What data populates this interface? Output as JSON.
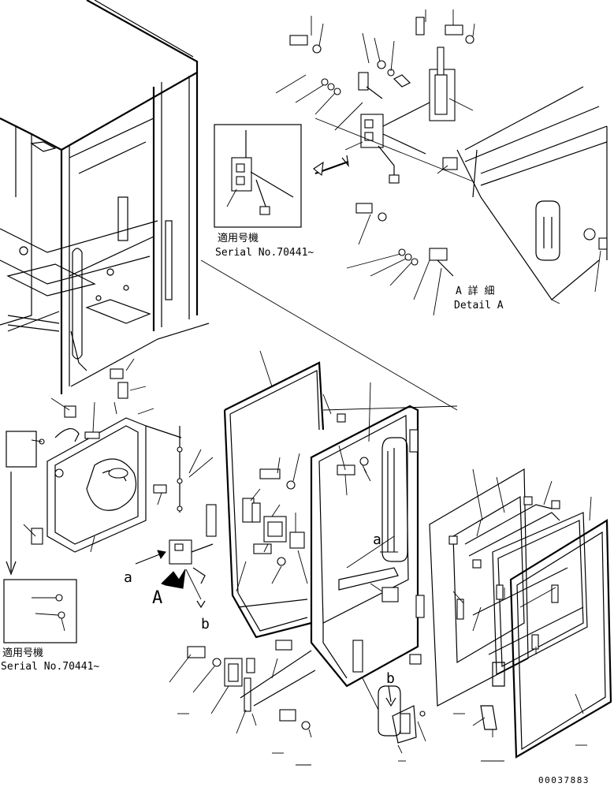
{
  "callouts": [
    {
      "jp": "適用号機",
      "serial": "Serial No.70441~"
    },
    {
      "jp": "適用号機",
      "serial": "Serial No.70441~"
    }
  ],
  "detail": {
    "jp": "A 詳 細",
    "en": "Detail A"
  },
  "view_marks": {
    "a_upper": "a",
    "a_lower": "a",
    "b_upper": "b",
    "b_lower": "b",
    "arrow_A": "A"
  },
  "drawing_number": "00037883"
}
